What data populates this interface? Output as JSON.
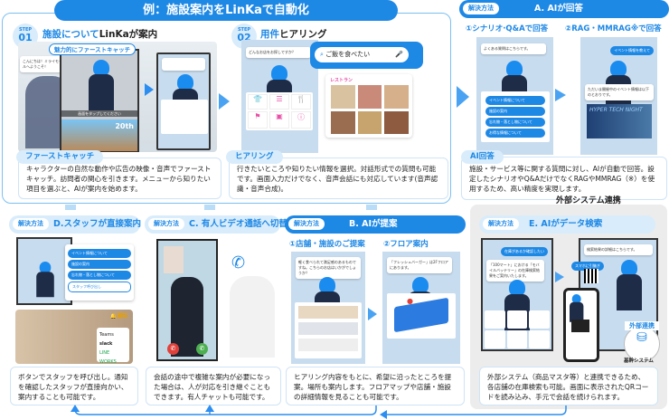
{
  "banner": {
    "title": "例：施設案内をLinKaで自動化"
  },
  "step1": {
    "num": "01",
    "step": "STEP",
    "title_a": "施設について",
    "title_b": "LinKaが案内",
    "catch_tag": "魅力的にファーストキャッチ",
    "greeting": "こんにちは！ミライモールへようこそ！",
    "tap": "画面をタップしてください",
    "anniv": "20th",
    "label": "ファーストキャッチ",
    "text": "キャラクターの自然な動作や広告の映像・音声でファーストキャッチ。訪問者の関心を引きます。メニューから知りたい項目を選ぶと、AIが案内を始めます。"
  },
  "step2": {
    "num": "02",
    "step": "STEP",
    "title_a": "用件",
    "title_b": "ヒアリング",
    "question": "どんなお店をお探しですか？",
    "search": "ご飯を食べたい",
    "category": "レストラン",
    "label": "ヒアリング",
    "text": "行きたいところや知りたい情報を選択。対話形式での質問も可能です。画面入力だけでなく、音声会話にも対応しています(音声認識・音声合成)。"
  },
  "solution_pill": "解決方法",
  "A": {
    "title": "A. AIが回答",
    "sub1": "①シナリオ·Q&Aで回答",
    "sub2": "②RAG・MMRAG※で回答",
    "faq": "よくある質問はこちらです。",
    "buttons": [
      "イベント情報について",
      "施設の案内",
      "忘れ物・落とし物について",
      "お得な情報について"
    ],
    "ask": "イベント情報を教えて",
    "answer": "ただいま開催中のイベント情報は以下のとおりです。",
    "event": "HYPER TECH NIGHT",
    "label": "AI回答",
    "text": "施設・サービス等に関する質問に対し、AIが自動で回答。設定したシナリオやQ&AだけでなくRAGやMMRAG（※）を使用するため、高い精度を実現します。"
  },
  "external": {
    "title": "外部システム連携"
  },
  "D": {
    "title": "D.スタッフが直接案内",
    "buttons": [
      "イベント情報について",
      "施設の案内",
      "忘れ物・落とし物について",
      "スタッフ呼び出し"
    ],
    "notify": "通知",
    "apps": [
      "Teams",
      "slack",
      "LINE WORKS"
    ],
    "text": "ボタンでスタッフを呼び出し。通知を確認したスタッフが直接向かい、案内することも可能です。"
  },
  "C": {
    "title": "C. 有人ビデオ通話へ切替",
    "text": "会話の途中で複雑な案内が必要になった場合は、人が対応を引き継ぐこともできます。有人チャットも可能です。"
  },
  "B": {
    "title": "B. AIが提案",
    "sub1": "①店舗・施設のご提案",
    "sub2": "②フロア案内",
    "suggest": "軽く食べられて満足感のあるものですね。こちらのお店はいかがでしょうか？",
    "floor": "「フレッシュバーガー」は2Fフロアにあります。",
    "text": "ヒアリング内容をもとに、希望に沿ったところを提案。場所も案内します。フロアマップや店舗・施設の詳細情報を見ることも可能です。"
  },
  "E": {
    "title": "E. AIがデータ検索",
    "ask": "在庫があるか確認したい",
    "result": "「100マート」における「モバイルバッテリー」の在庫検索結果をご案内いたします。",
    "detail": "検索結果の詳細はこちらです。",
    "qr": "スマホに引継ぎ",
    "badge": "外部連携",
    "system": "基幹システム",
    "text": "外部システム（商品マスタ等）と連携できるため、各店舗の在庫検索も可能。画面に表示されたQRコードを読み込み、手元で会話を続けられます。"
  },
  "colors": {
    "accent": "#1e88e5",
    "light": "#d8ecfb"
  }
}
